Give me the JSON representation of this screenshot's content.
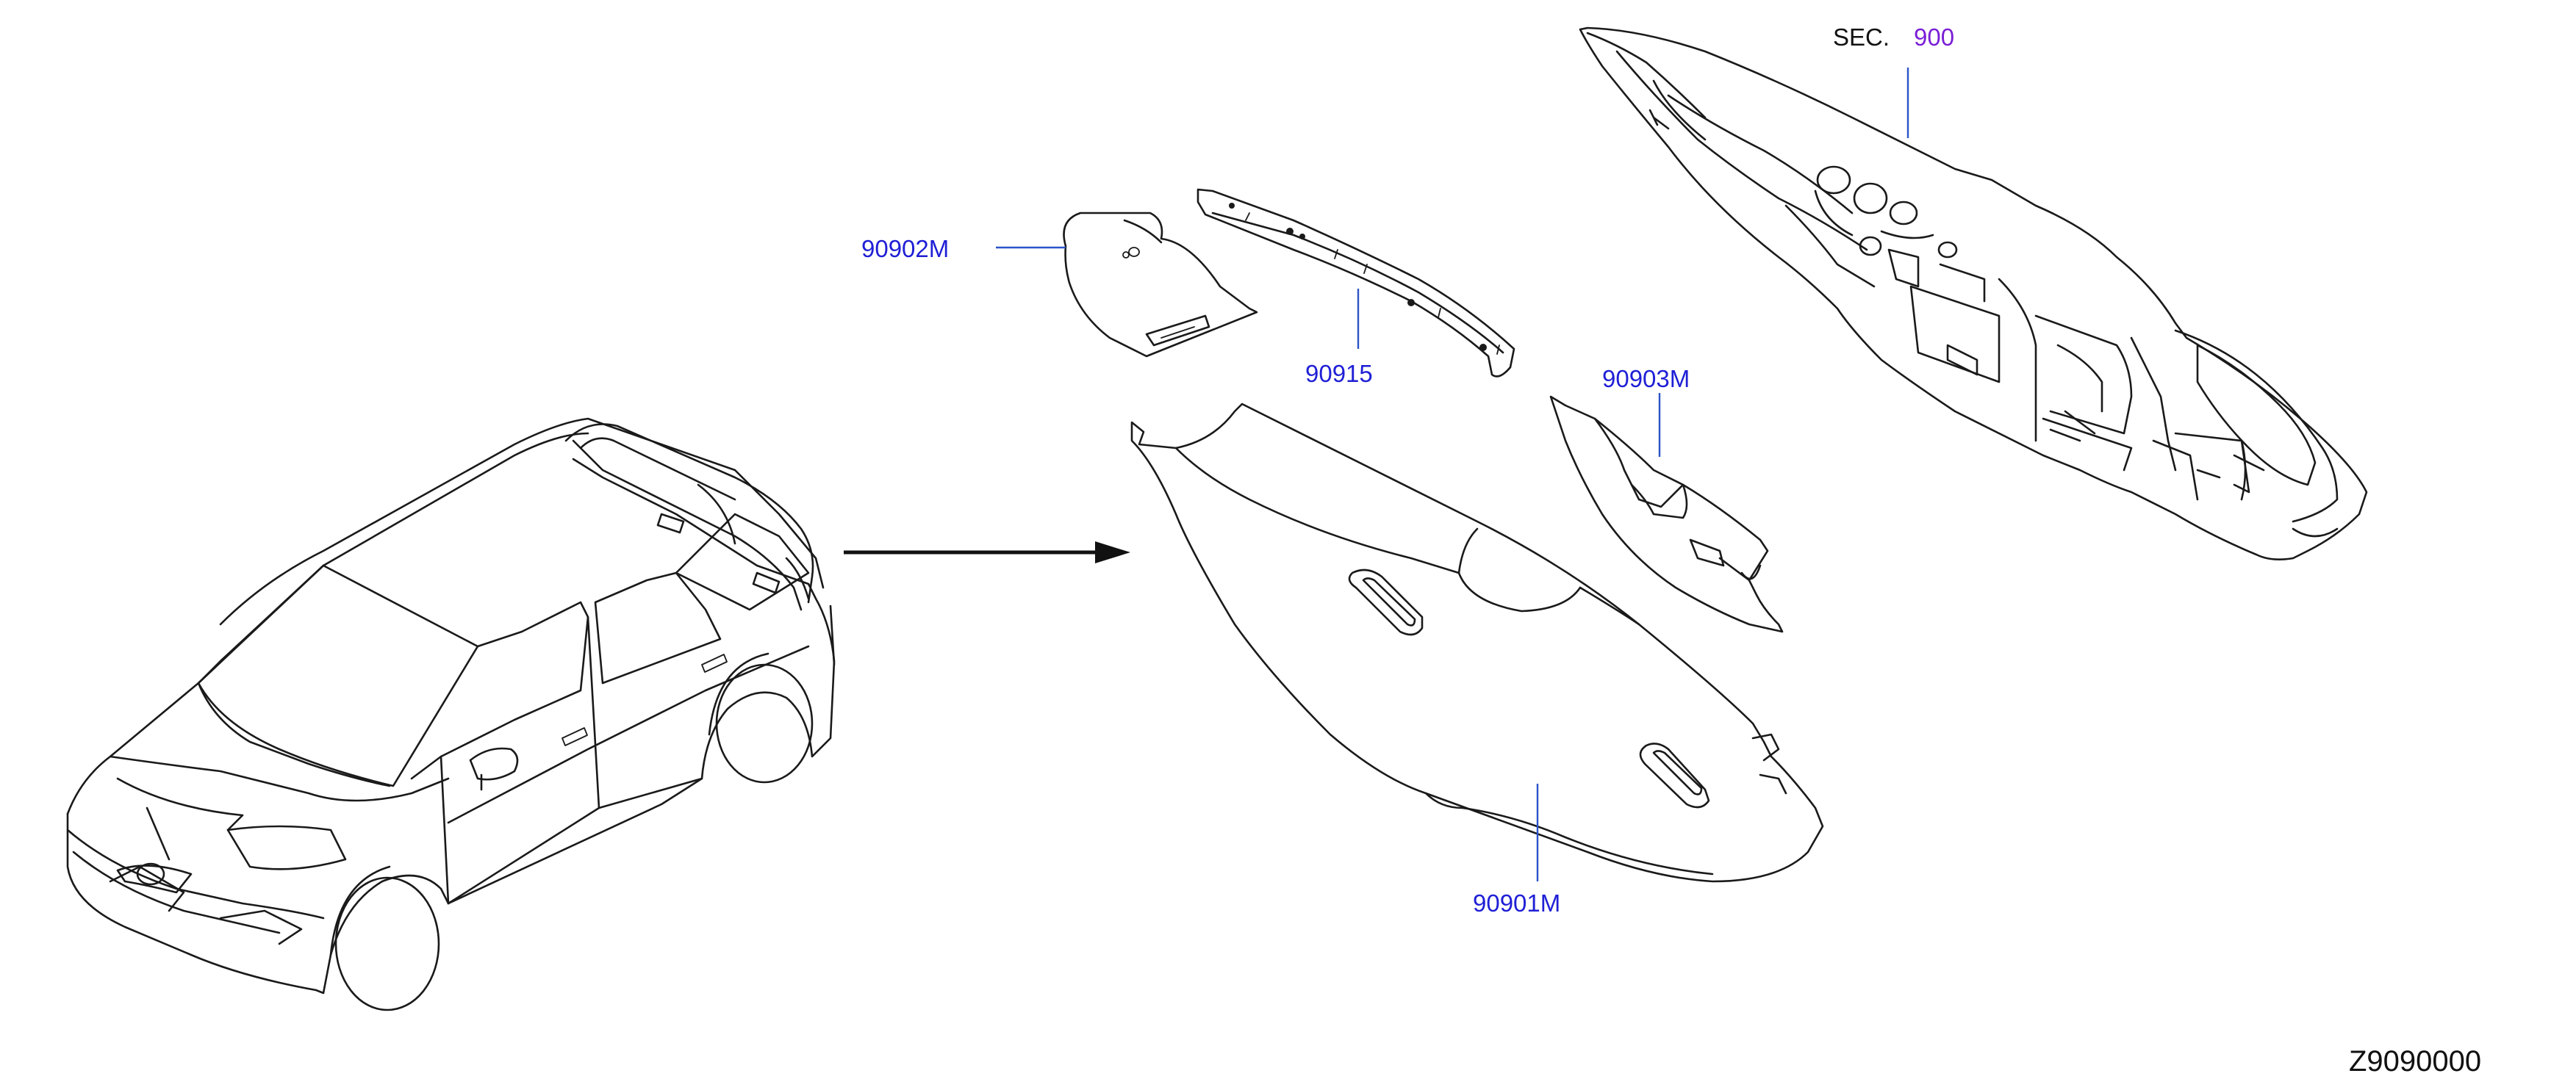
{
  "section": {
    "prefix": "SEC.",
    "number": "900"
  },
  "callouts": {
    "sunvisor_left": "90902M",
    "header_trim": "90915",
    "pillar_trim": "90903M",
    "back_door_finisher": "90901M"
  },
  "figure_code": "Z9090000",
  "colors": {
    "callout_text": "#1f1fd6",
    "section_number": "#7a1fd6",
    "leader_line": "#2b54c8",
    "line_art": "#1a1a1a"
  }
}
